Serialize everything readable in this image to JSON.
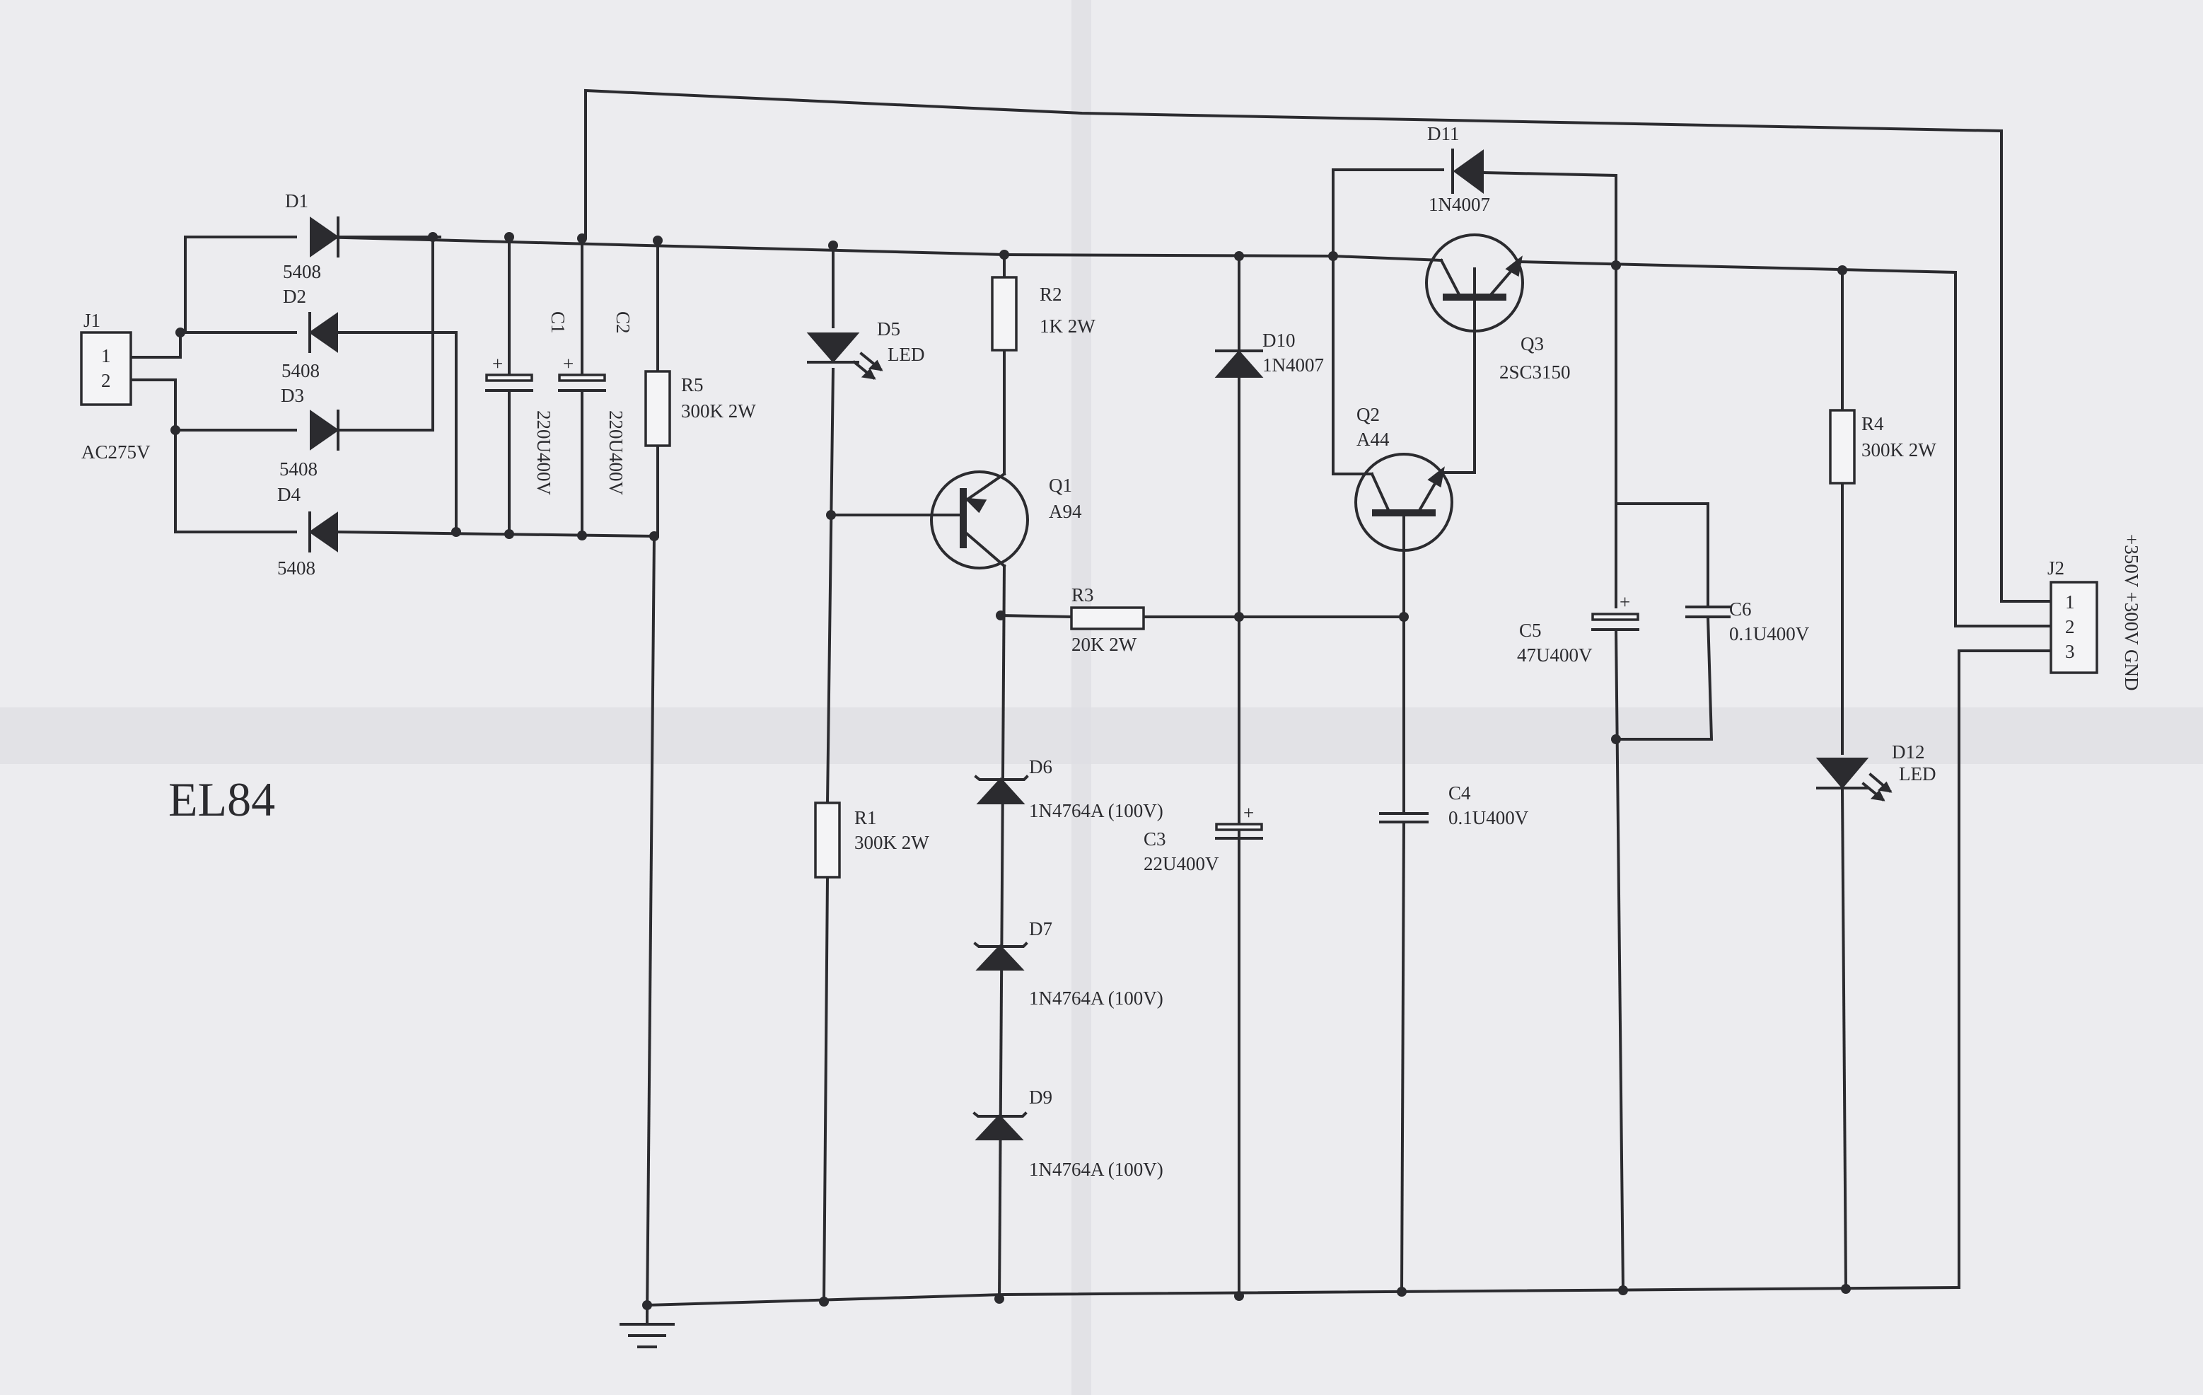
{
  "title": "EL84",
  "connectors": {
    "J1": {
      "ref": "J1",
      "pin1": "1",
      "pin2": "2",
      "label": "AC275V"
    },
    "J2": {
      "ref": "J2",
      "pin1": "1",
      "pin2": "2",
      "pin3": "3",
      "outputs": "+350V  +300V  GND"
    }
  },
  "diodes": {
    "D1": {
      "ref": "D1",
      "value": "5408"
    },
    "D2": {
      "ref": "D2",
      "value": "5408"
    },
    "D3": {
      "ref": "D3",
      "value": "5408"
    },
    "D4": {
      "ref": "D4",
      "value": "5408"
    },
    "D5": {
      "ref": "D5",
      "value": "LED"
    },
    "D6": {
      "ref": "D6",
      "value": "1N4764A (100V)"
    },
    "D7": {
      "ref": "D7",
      "value": "1N4764A (100V)"
    },
    "D9": {
      "ref": "D9",
      "value": "1N4764A (100V)"
    },
    "D10": {
      "ref": "D10",
      "value": "1N4007"
    },
    "D11": {
      "ref": "D11",
      "value": "1N4007"
    },
    "D12": {
      "ref": "D12",
      "value": "LED"
    }
  },
  "capacitors": {
    "C1": {
      "ref": "C1",
      "value": "220U400V"
    },
    "C2": {
      "ref": "C2",
      "value": "220U400V"
    },
    "C3": {
      "ref": "C3",
      "value": "22U400V"
    },
    "C4": {
      "ref": "C4",
      "value": "0.1U400V"
    },
    "C5": {
      "ref": "C5",
      "value": "47U400V"
    },
    "C6": {
      "ref": "C6",
      "value": "0.1U400V"
    }
  },
  "resistors": {
    "R1": {
      "ref": "R1",
      "value": "300K 2W"
    },
    "R2": {
      "ref": "R2",
      "value": "1K 2W"
    },
    "R3": {
      "ref": "R3",
      "value": "20K 2W"
    },
    "R4": {
      "ref": "R4",
      "value": "300K 2W"
    },
    "R5": {
      "ref": "R5",
      "value": "300K 2W"
    }
  },
  "transistors": {
    "Q1": {
      "ref": "Q1",
      "value": "A94"
    },
    "Q2": {
      "ref": "Q2",
      "value": "A44"
    },
    "Q3": {
      "ref": "Q3",
      "value": "2SC3150"
    }
  },
  "polarity_mark": "+"
}
